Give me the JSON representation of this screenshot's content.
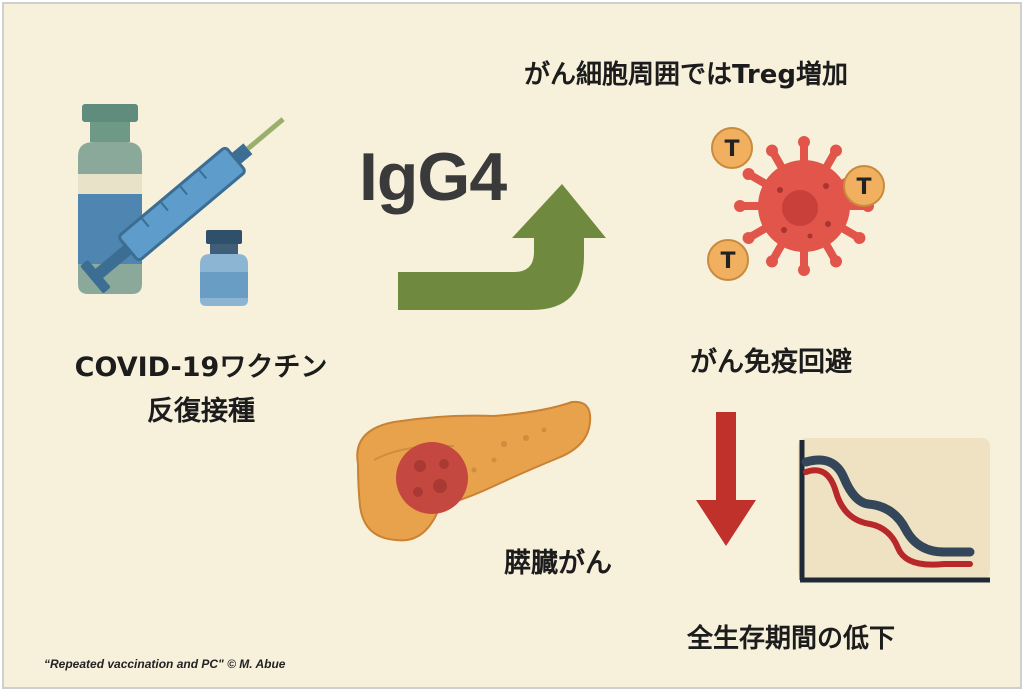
{
  "texts": {
    "vaccine_line1": "COVID-19ワクチン",
    "vaccine_line2": "反復接種",
    "igg4": "IgG4",
    "treg": "がん細胞周囲ではTreg増加",
    "immune_evasion": "がん免疫回避",
    "pancreatic_cancer": "膵臓がん",
    "survival_decrease": "全生存期間の低下",
    "credit": "“Repeated vaccination and PC\" © M. Abue"
  },
  "tcell_letter": "T",
  "icons": {
    "vaccine": "vaccine-vial-syringe-icon",
    "up_arrow": "curved-up-arrow-icon",
    "cancer_cell": "cancer-cell-with-t-cells-icon",
    "pancreas": "pancreas-with-tumor-icon",
    "down_arrow": "down-arrow-icon",
    "survival_chart": "survival-curve-icon"
  },
  "colors": {
    "background": "#f7f1dc",
    "arrow_green": "#6f8a3e",
    "down_arrow_red": "#c0312c",
    "cancer_red": "#e2554a",
    "tcell_orange": "#f1b060",
    "pancreas_orange": "#e8a24c",
    "syringe_blue": "#4f8fc0",
    "vial_green": "#7fa592"
  }
}
